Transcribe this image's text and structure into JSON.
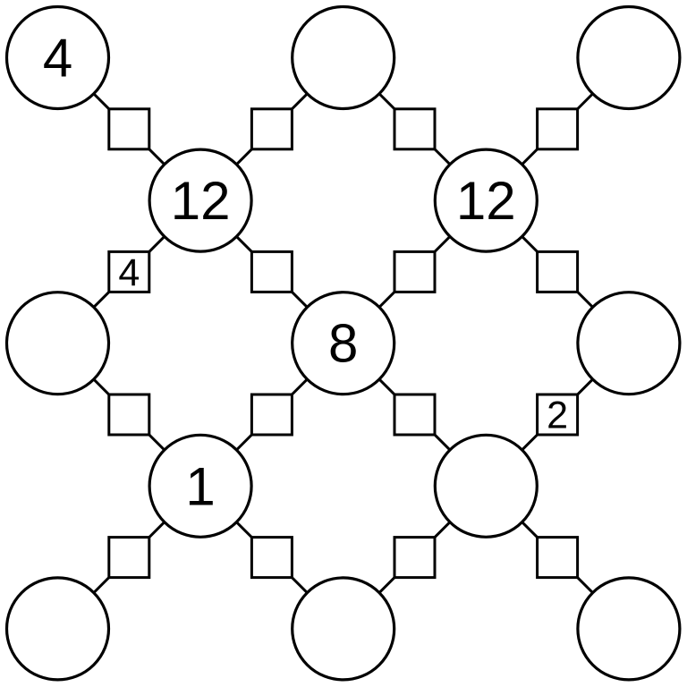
{
  "title": "Number lattice puzzle",
  "colors": {
    "background": "#ffffff",
    "stroke": "#000000",
    "cell_fill": "#ffffff",
    "text": "#000000"
  },
  "board": {
    "rows": 5,
    "cols": 5,
    "circles": [
      {
        "row": 0,
        "col": 0,
        "value": "4"
      },
      {
        "row": 0,
        "col": 2,
        "value": ""
      },
      {
        "row": 0,
        "col": 4,
        "value": ""
      },
      {
        "row": 1,
        "col": 1,
        "value": "12"
      },
      {
        "row": 1,
        "col": 3,
        "value": "12"
      },
      {
        "row": 2,
        "col": 0,
        "value": ""
      },
      {
        "row": 2,
        "col": 2,
        "value": "8"
      },
      {
        "row": 2,
        "col": 4,
        "value": ""
      },
      {
        "row": 3,
        "col": 1,
        "value": "1"
      },
      {
        "row": 3,
        "col": 3,
        "value": ""
      },
      {
        "row": 4,
        "col": 0,
        "value": ""
      },
      {
        "row": 4,
        "col": 2,
        "value": ""
      },
      {
        "row": 4,
        "col": 4,
        "value": ""
      }
    ],
    "edges": [
      {
        "from": 0,
        "to": 3,
        "value": ""
      },
      {
        "from": 1,
        "to": 3,
        "value": ""
      },
      {
        "from": 1,
        "to": 4,
        "value": ""
      },
      {
        "from": 2,
        "to": 4,
        "value": ""
      },
      {
        "from": 3,
        "to": 5,
        "value": "4"
      },
      {
        "from": 3,
        "to": 6,
        "value": ""
      },
      {
        "from": 4,
        "to": 6,
        "value": ""
      },
      {
        "from": 4,
        "to": 7,
        "value": ""
      },
      {
        "from": 5,
        "to": 8,
        "value": ""
      },
      {
        "from": 6,
        "to": 8,
        "value": ""
      },
      {
        "from": 6,
        "to": 9,
        "value": ""
      },
      {
        "from": 7,
        "to": 9,
        "value": "2"
      },
      {
        "from": 8,
        "to": 10,
        "value": ""
      },
      {
        "from": 8,
        "to": 11,
        "value": ""
      },
      {
        "from": 9,
        "to": 11,
        "value": ""
      },
      {
        "from": 9,
        "to": 12,
        "value": ""
      }
    ]
  }
}
